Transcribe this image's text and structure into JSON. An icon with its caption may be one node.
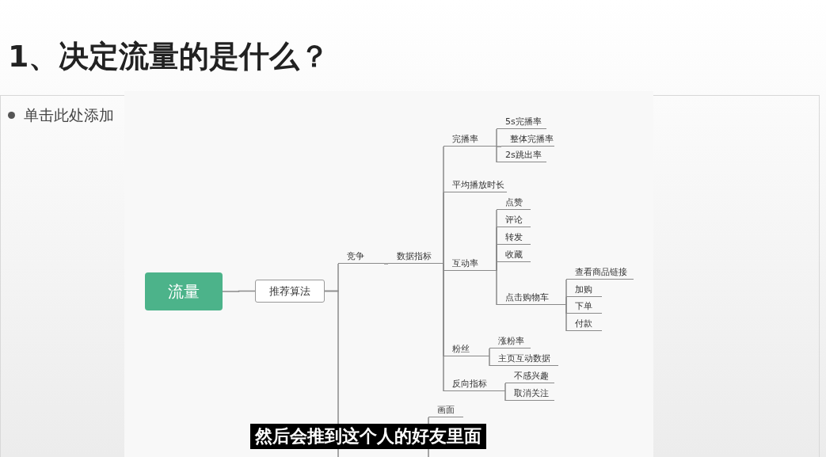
{
  "diagram": {
    "title": "1、决定流量的是什么？",
    "nodes": [
      {
        "text": [
          "流量"
        ]
      },
      {
        "text": [
          "推荐算法"
        ]
      },
      {
        "text": [
          "竞争"
        ]
      },
      {
        "text": [
          "数据指标"
        ]
      },
      {
        "text": [
          "完播率"
        ]
      },
      {
        "text": [
          "5s完播率"
        ]
      },
      {
        "text": [
          "整体完播率"
        ]
      },
      {
        "text": [
          "2s跳出率"
        ]
      },
      {
        "text": [
          "平均播放时长"
        ]
      },
      {
        "text": [
          "互动率"
        ]
      },
      {
        "text": [
          "点赞"
        ]
      },
      {
        "text": [
          "评论"
        ]
      },
      {
        "text": [
          "转发"
        ]
      },
      {
        "text": [
          "收藏"
        ]
      },
      {
        "text": [
          "点击购物车"
        ]
      },
      {
        "text": [
          "查看商品链接"
        ]
      },
      {
        "text": [
          "加购"
        ]
      },
      {
        "text": [
          "下单"
        ]
      },
      {
        "text": [
          "付款"
        ]
      },
      {
        "text": [
          "粉丝"
        ]
      },
      {
        "text": [
          "涨粉率"
        ]
      },
      {
        "text": [
          "主页互动数据"
        ]
      },
      {
        "text": [
          "反向指标"
        ]
      },
      {
        "text": [
          "不感兴趣"
        ]
      },
      {
        "text": [
          "取消关注"
        ]
      },
      {
        "text": [
          "画面"
        ]
      }
    ],
    "edges": [
      {
        "from": 0,
        "to": 1,
        "arrow": "none"
      },
      {
        "from": 1,
        "to": 2,
        "arrow": "none"
      },
      {
        "from": 2,
        "to": 3,
        "arrow": "none"
      },
      {
        "from": 3,
        "to": 4,
        "arrow": "none"
      },
      {
        "from": 4,
        "to": 5,
        "arrow": "none"
      },
      {
        "from": 4,
        "to": 6,
        "arrow": "none"
      },
      {
        "from": 4,
        "to": 7,
        "arrow": "none"
      },
      {
        "from": 3,
        "to": 8,
        "arrow": "none"
      },
      {
        "from": 3,
        "to": 9,
        "arrow": "none"
      },
      {
        "from": 9,
        "to": 10,
        "arrow": "none"
      },
      {
        "from": 9,
        "to": 11,
        "arrow": "none"
      },
      {
        "from": 9,
        "to": 12,
        "arrow": "none"
      },
      {
        "from": 9,
        "to": 13,
        "arrow": "none"
      },
      {
        "from": 9,
        "to": 14,
        "arrow": "none"
      },
      {
        "from": 14,
        "to": 15,
        "arrow": "none"
      },
      {
        "from": 14,
        "to": 16,
        "arrow": "none"
      },
      {
        "from": 14,
        "to": 17,
        "arrow": "none"
      },
      {
        "from": 14,
        "to": 18,
        "arrow": "none"
      },
      {
        "from": 3,
        "to": 19,
        "arrow": "none"
      },
      {
        "from": 19,
        "to": 20,
        "arrow": "none"
      },
      {
        "from": 19,
        "to": 21,
        "arrow": "none"
      },
      {
        "from": 3,
        "to": 22,
        "arrow": "none"
      },
      {
        "from": 22,
        "to": 23,
        "arrow": "none"
      },
      {
        "from": 22,
        "to": 24,
        "arrow": "none"
      },
      {
        "from": 1,
        "to": null,
        "arrow": "none"
      },
      {
        "from": null,
        "to": 25,
        "arrow": "none"
      }
    ],
    "labels": [
      "单击此处添加",
      "然后会推到这个人的好友里面"
    ]
  }
}
